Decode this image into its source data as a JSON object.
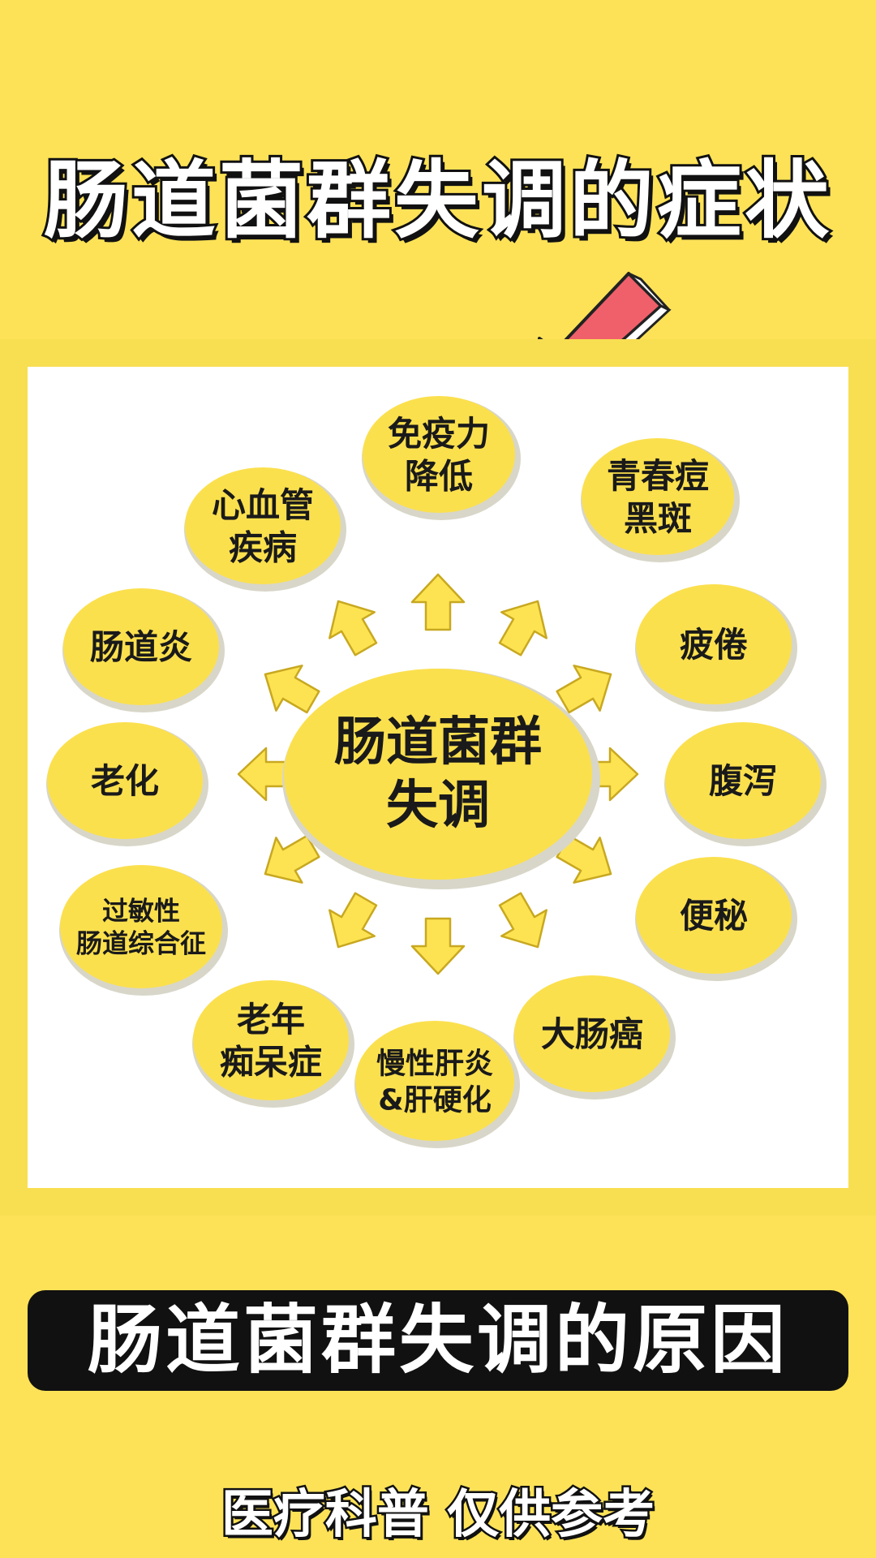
{
  "header": {
    "title": "肠道菌群失调的症状"
  },
  "diagram": {
    "center": {
      "lines": [
        "肠道菌群",
        "失调"
      ]
    },
    "nodes": [
      {
        "id": "immunity",
        "lines": [
          "免疫力",
          "降低"
        ]
      },
      {
        "id": "acne",
        "lines": [
          "青春痘",
          "黑斑"
        ]
      },
      {
        "id": "fatigue",
        "lines": [
          "疲倦"
        ]
      },
      {
        "id": "diarrhea",
        "lines": [
          "腹泻"
        ]
      },
      {
        "id": "constipation",
        "lines": [
          "便秘"
        ]
      },
      {
        "id": "colon-cancer",
        "lines": [
          "大肠癌"
        ]
      },
      {
        "id": "hepatitis",
        "lines": [
          "慢性肝炎",
          "&肝硬化"
        ]
      },
      {
        "id": "dementia",
        "lines": [
          "老年",
          "痴呆症"
        ]
      },
      {
        "id": "ibs",
        "lines": [
          "过敏性",
          "肠道综合征"
        ]
      },
      {
        "id": "aging",
        "lines": [
          "老化"
        ]
      },
      {
        "id": "enteritis",
        "lines": [
          "肠道炎"
        ]
      },
      {
        "id": "cardio",
        "lines": [
          "心血管",
          "疾病"
        ]
      }
    ],
    "colors": {
      "node_fill": "#fbe04e",
      "node_edge": "#d8d6c8",
      "arrow_fill": "#fde352",
      "arrow_stroke": "#c8a820",
      "pointer": "#f0606a"
    }
  },
  "banner": {
    "title": "肠道菌群失调的原因"
  },
  "footer": {
    "text": "医疗科普  仅供参考"
  }
}
